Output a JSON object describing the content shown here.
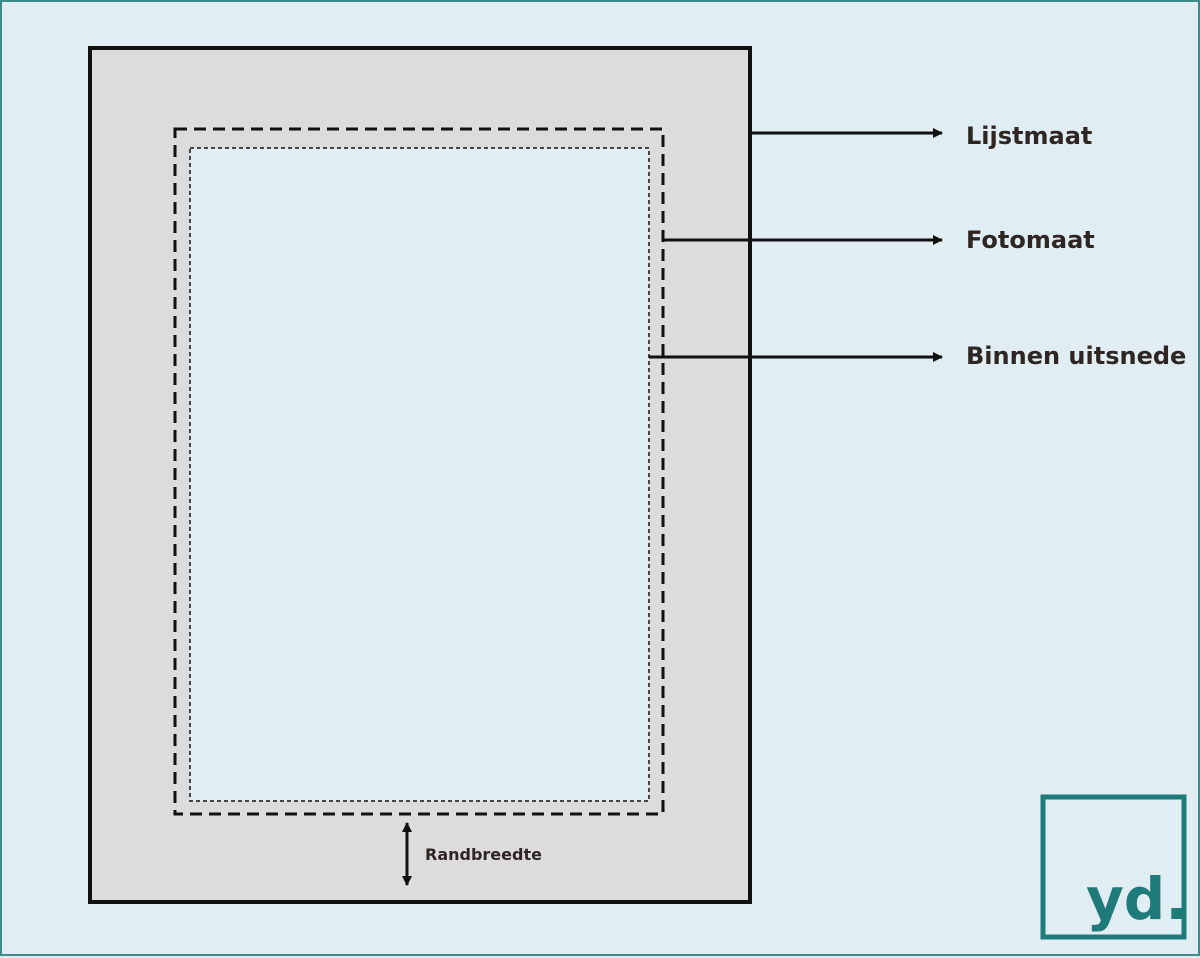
{
  "labels": {
    "frame_size": "Lijstmaat",
    "photo_size": "Fotomaat",
    "inner_cutout": "Binnen uitsnede",
    "border_width": "Randbreedte"
  },
  "logo": {
    "text": "yd."
  },
  "colors": {
    "background": "#e0edf2",
    "frame_fill": "#dcdcdc",
    "stroke": "#111111",
    "label_text": "#2f2624",
    "brand_teal": "#1f7a7a"
  }
}
